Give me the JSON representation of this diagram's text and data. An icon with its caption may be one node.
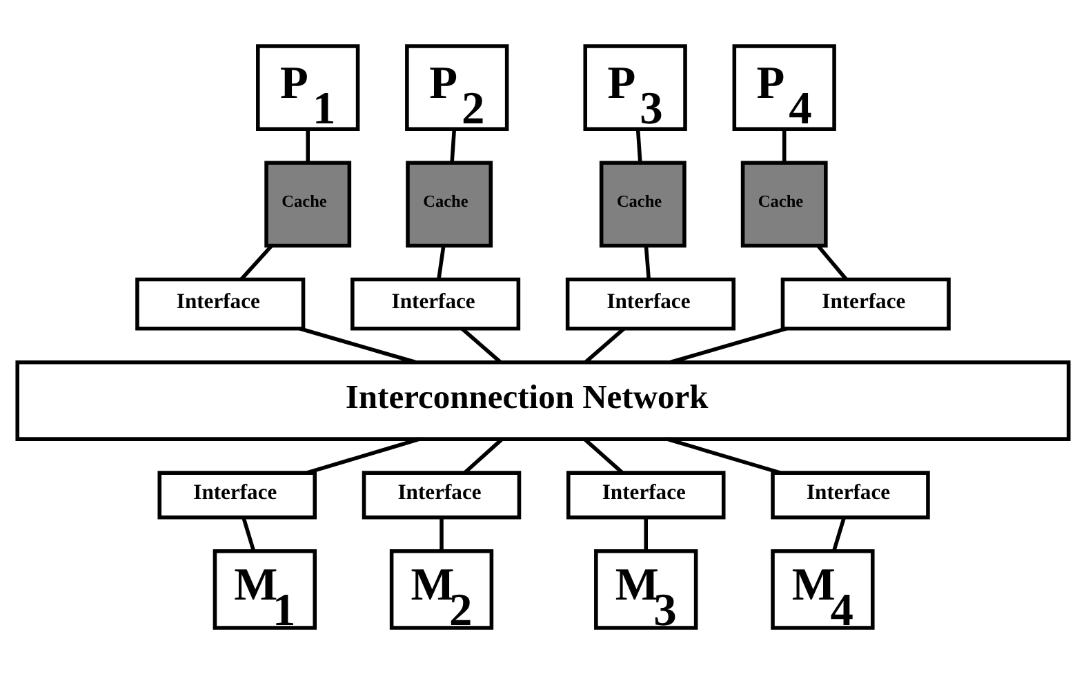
{
  "diagram": {
    "nodes": [
      {
        "text": [
          "P$_{1}$"
        ]
      },
      {
        "text": [
          "P$_{2}$"
        ]
      },
      {
        "text": [
          "P$_{3}$"
        ]
      },
      {
        "text": [
          "P$_{4}$"
        ]
      },
      {
        "text": [
          "Cache"
        ]
      },
      {
        "text": [
          "Cache"
        ]
      },
      {
        "text": [
          "Cache"
        ]
      },
      {
        "text": [
          "Cache"
        ]
      },
      {
        "text": [
          "Interface"
        ]
      },
      {
        "text": [
          "Interface"
        ]
      },
      {
        "text": [
          "Interface"
        ]
      },
      {
        "text": [
          "Interface"
        ]
      },
      {
        "text": [
          "Interconnection Network"
        ]
      },
      {
        "text": [
          "Interface"
        ]
      },
      {
        "text": [
          "Interface"
        ]
      },
      {
        "text": [
          "Interface"
        ]
      },
      {
        "text": [
          "Interface"
        ]
      },
      {
        "text": [
          "M$_{1}$"
        ]
      },
      {
        "text": [
          "M$_{2}$"
        ]
      },
      {
        "text": [
          "M$_{3}$"
        ]
      },
      {
        "text": [
          "M$_{4}$"
        ]
      }
    ],
    "edges": [
      {
        "from": 0,
        "to": 4,
        "arrow": "none"
      },
      {
        "from": 1,
        "to": 5,
        "arrow": "none"
      },
      {
        "from": 2,
        "to": 6,
        "arrow": "none"
      },
      {
        "from": 3,
        "to": 7,
        "arrow": "none"
      },
      {
        "from": 4,
        "to": 8,
        "arrow": "none"
      },
      {
        "from": 5,
        "to": 9,
        "arrow": "none"
      },
      {
        "from": 6,
        "to": 10,
        "arrow": "none"
      },
      {
        "from": 7,
        "to": 11,
        "arrow": "none"
      },
      {
        "from": 8,
        "to": 12,
        "arrow": "none"
      },
      {
        "from": 9,
        "to": 12,
        "arrow": "none"
      },
      {
        "from": 10,
        "to": 12,
        "arrow": "none"
      },
      {
        "from": 11,
        "to": 12,
        "arrow": "none"
      },
      {
        "from": 12,
        "to": 13,
        "arrow": "none"
      },
      {
        "from": 12,
        "to": 14,
        "arrow": "none"
      },
      {
        "from": 12,
        "to": 15,
        "arrow": "none"
      },
      {
        "from": 12,
        "to": 16,
        "arrow": "none"
      },
      {
        "from": 13,
        "to": 17,
        "arrow": "none"
      },
      {
        "from": 14,
        "to": 18,
        "arrow": "none"
      },
      {
        "from": 15,
        "to": 19,
        "arrow": "none"
      },
      {
        "from": 16,
        "to": 20,
        "arrow": "none"
      }
    ]
  }
}
